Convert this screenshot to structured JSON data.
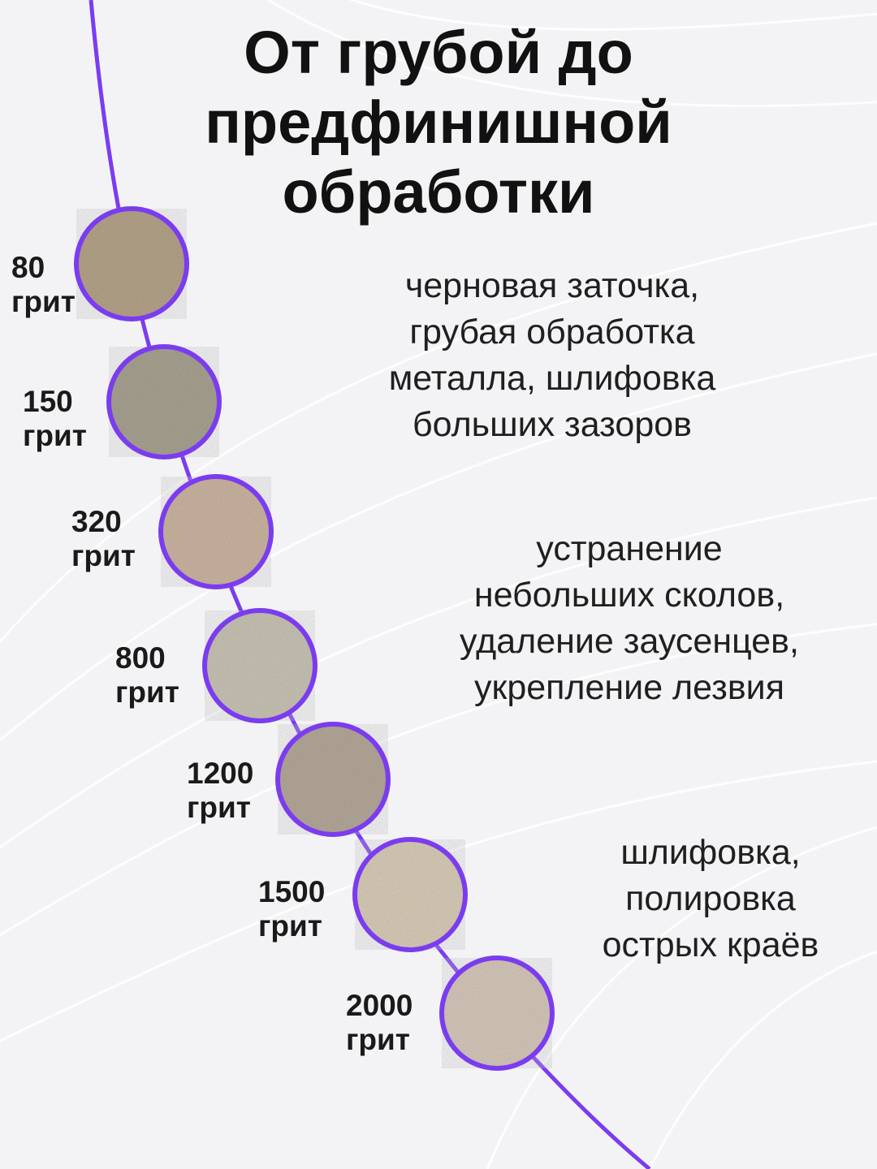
{
  "title": {
    "line1": "От грубой до",
    "line2": "предфинишной",
    "line3": "обработки"
  },
  "colors": {
    "accent": "#7b3cf0",
    "text": "#111111",
    "background": "#f3f3f5"
  },
  "grits": [
    {
      "value": "80",
      "unit": "грит",
      "swatch": "#b6a48a"
    },
    {
      "value": "150",
      "unit": "грит",
      "swatch": "#a9a393"
    },
    {
      "value": "320",
      "unit": "грит",
      "swatch": "#ccb6a2"
    },
    {
      "value": "800",
      "unit": "грит",
      "swatch": "#c9c4b5"
    },
    {
      "value": "1200",
      "unit": "грит",
      "swatch": "#b5a99a"
    },
    {
      "value": "1500",
      "unit": "грит",
      "swatch": "#d8cdb8"
    },
    {
      "value": "2000",
      "unit": "грит",
      "swatch": "#d6c8bb"
    }
  ],
  "descriptions": [
    {
      "line1": "черновая заточка,",
      "line2": "грубая обработка",
      "line3": "металла, шлифовка",
      "line4": "больших зазоров"
    },
    {
      "line1": "устранение",
      "line2": "небольших сколов,",
      "line3": "удаление заусенцев,",
      "line4": "укрепление лезвия"
    },
    {
      "line1": "шлифовка,",
      "line2": "полировка",
      "line3": "острых краёв"
    }
  ]
}
